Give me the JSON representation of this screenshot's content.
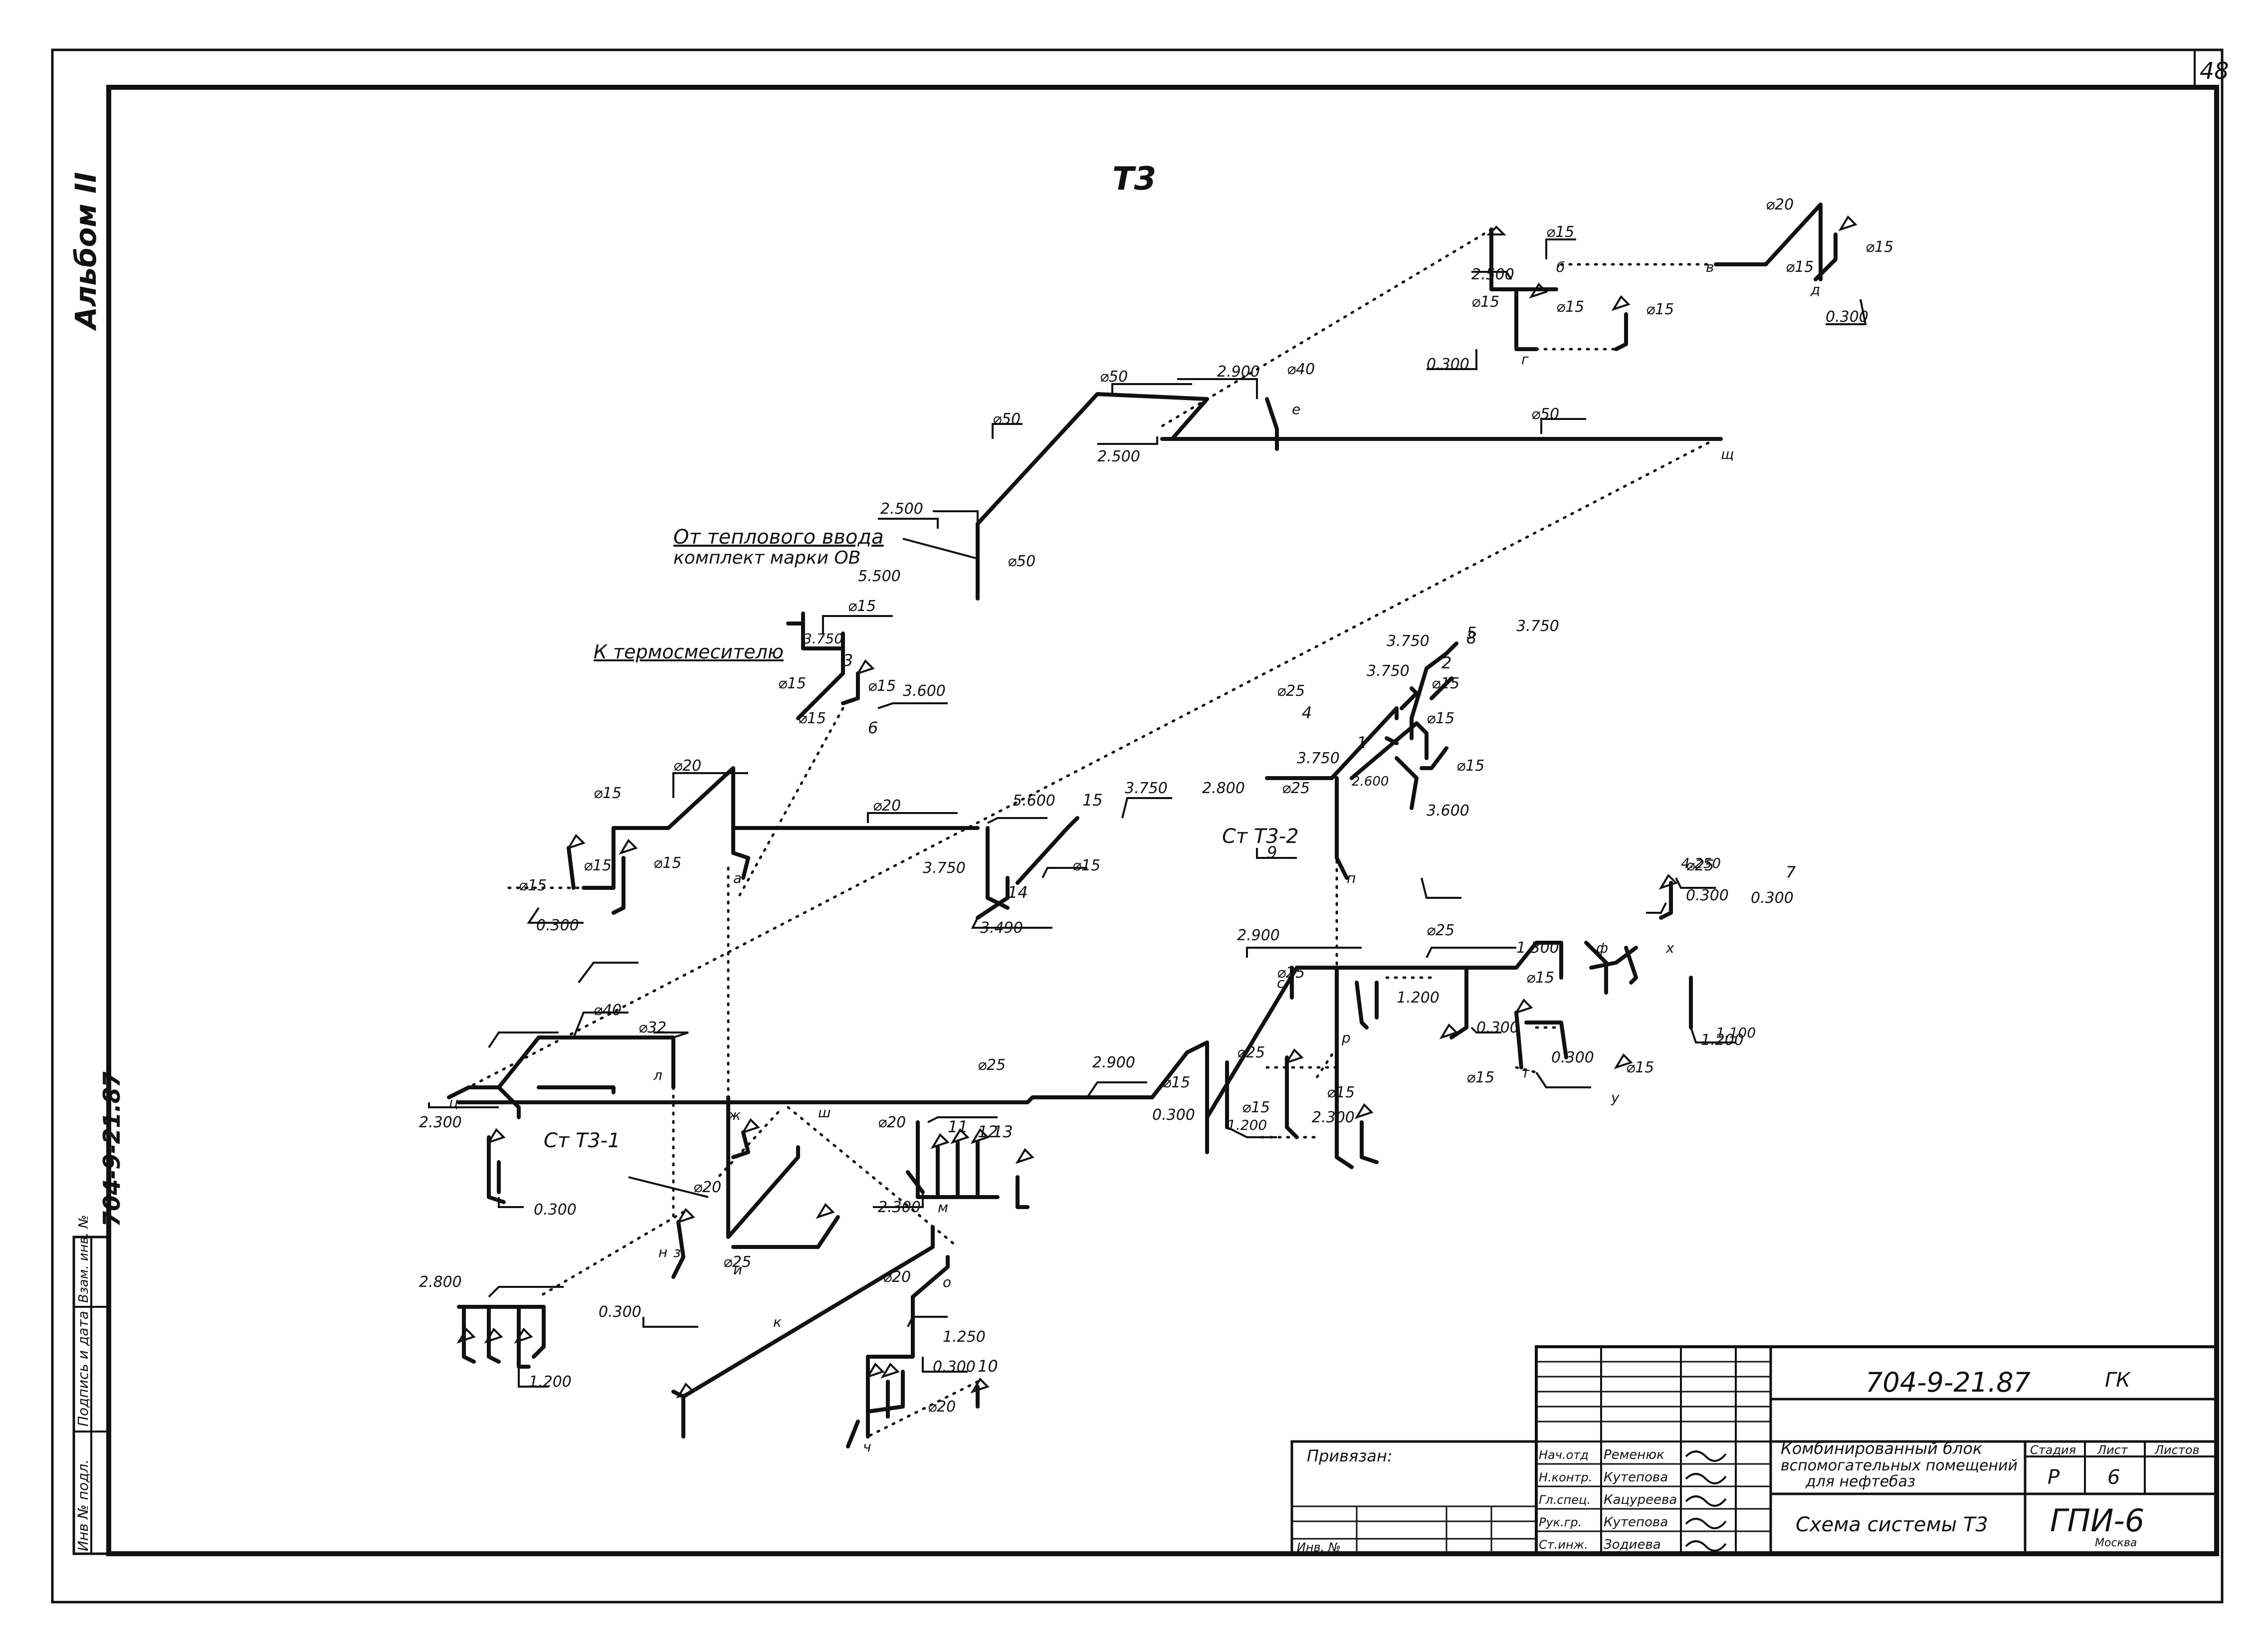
{
  "sheet": {
    "page_number": "48",
    "album": "Альбом II",
    "side_code": "704-9-21.87",
    "side_stamp": [
      "Инв № подл.",
      "Подпись и дата",
      "Взам. инв. №"
    ]
  },
  "system_title": "Т3",
  "labels": {
    "from_heat_input": "От теплового ввода",
    "from_heat_input_2": "комплект марки ОВ",
    "to_mixer": "К термосмесителю",
    "riser_1": "Ст Т3-1",
    "riser_2": "Ст Т3-2"
  },
  "pipe_sizes": [
    "⌀50",
    "⌀50",
    "⌀50",
    "⌀50",
    "⌀40",
    "⌀40",
    "⌀32",
    "⌀25",
    "⌀25",
    "⌀25",
    "⌀25",
    "⌀25",
    "⌀25",
    "⌀25",
    "⌀25",
    "⌀20",
    "⌀20",
    "⌀20",
    "⌀20",
    "⌀20",
    "⌀20",
    "⌀20",
    "⌀15",
    "⌀15",
    "⌀15",
    "⌀15",
    "⌀15",
    "⌀15",
    "⌀15",
    "⌀15",
    "⌀15",
    "⌀15",
    "⌀15",
    "⌀15",
    "⌀15",
    "⌀15",
    "⌀15",
    "⌀15",
    "⌀15",
    "⌀15",
    "⌀15",
    "⌀15",
    "⌀15",
    "⌀15",
    "⌀15",
    "⌀15"
  ],
  "elevations": [
    "2.500",
    "2.900",
    "2.500",
    "2.500",
    "0.300",
    "0.300",
    "5.500",
    "3.750",
    "3.600",
    "3.750",
    "3.750",
    "3.750",
    "3.750",
    "3.750",
    "3.600",
    "2.800",
    "2.600",
    "3.750",
    "3.490",
    "5.600",
    "0.300",
    "2.300",
    "0.300",
    "2.900",
    "2.300",
    "2.800",
    "0.300",
    "1.200",
    "0.300",
    "1.250",
    "0.300",
    "2.900",
    "2.300",
    "1.200",
    "1.300",
    "0.300",
    "0.300",
    "1.200",
    "0.300",
    "1.200",
    "0.300",
    "4.250",
    "1.100"
  ],
  "markers": [
    "1",
    "2",
    "3",
    "4",
    "5",
    "6",
    "7",
    "8",
    "9",
    "10",
    "11",
    "12",
    "13",
    "14",
    "15",
    "а",
    "б",
    "в",
    "г",
    "д",
    "е",
    "ж",
    "з",
    "и",
    "к",
    "л",
    "м",
    "н",
    "о",
    "п",
    "р",
    "с",
    "т",
    "у",
    "ф",
    "х",
    "ц",
    "ч",
    "ш",
    "щ"
  ],
  "title_block": {
    "code": "704-9-21.87",
    "code_suffix": "ГК",
    "bound": "Привязан:",
    "inv": "Инв. №",
    "roles": [
      {
        "role": "Нач.отд",
        "name": "Ременюк"
      },
      {
        "role": "Н.контр.",
        "name": "Кутепова"
      },
      {
        "role": "Гл.спец.",
        "name": "Кацуреева"
      },
      {
        "role": "Рук.гр.",
        "name": "Кутепова"
      },
      {
        "role": "Ст.инж.",
        "name": "Зодиева"
      }
    ],
    "project_title": [
      "Комбинированный блок",
      "вспомогательных помещений",
      "для нефтебаз"
    ],
    "stage_header": "Стадия",
    "sheet_header": "Лист",
    "sheets_header": "Листов",
    "stage": "Р",
    "sheet": "6",
    "drawing_title": "Схема системы Т3",
    "org": "ГПИ-6",
    "city": "Москва"
  }
}
